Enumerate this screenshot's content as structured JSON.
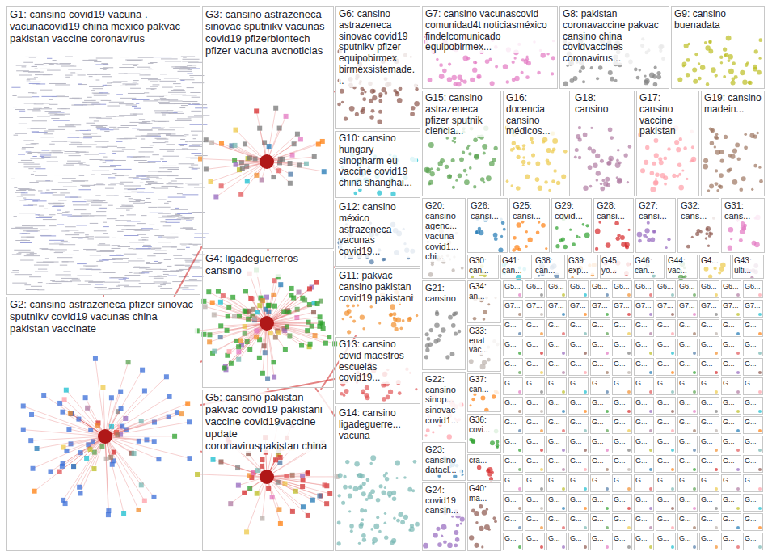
{
  "diagram": {
    "nodes": [
      {
        "text": [
          "G1: cansino covid19 vacuna . vacunacovid19 china mexico pakvac pakistan vaccine coronavirus"
        ]
      },
      {
        "text": [
          "G2: cansino astrazeneca pfizer sinovac sputnikv covid19 vacunas china pakistan vaccinate"
        ]
      },
      {
        "text": [
          "G3: cansino astrazeneca sinovac sputnikv vacunas covid19 pfizerbiontech pfizer vacuna avcnoticias"
        ]
      },
      {
        "text": [
          "G4: ligadeguerreros cansino"
        ]
      },
      {
        "text": [
          "G5: cansino pakistan pakvac covid19 pakistani vaccine covid19vaccine update coronaviruspakistan china"
        ]
      },
      {
        "text": [
          "G6: cansino astrazeneca sinovac covid19 sputnikv pfizer equipobirmex birmexsistemade..."
        ]
      },
      {
        "text": [
          "G7: cansino vacunascovid comunidad4t noticiasméxico findelcomunicado equipobirmex..."
        ]
      },
      {
        "text": [
          "G8: pakistan coronavaccine pakvac cansino china covidvaccines coronavirus..."
        ]
      },
      {
        "text": [
          "G9: cansino buenadata"
        ]
      },
      {
        "text": [
          "G10: cansino hungary sinopharm eu vaccine covid19 china shanghai..."
        ]
      },
      {
        "text": [
          "G12: cansino méxico astrazeneca vacunas covid19..."
        ]
      },
      {
        "text": [
          "G11: pakvac cansino pakistan covid19 pakistani"
        ]
      },
      {
        "text": [
          "G13: cansino covid maestros escuelas covid19..."
        ]
      },
      {
        "text": [
          "G14: cansino ligadeguerre... vacuna"
        ]
      },
      {
        "text": [
          "G15: cansino astrazeneca pfizer sputnik ciencia..."
        ]
      },
      {
        "text": [
          "G16: docencia cansino médicos..."
        ]
      },
      {
        "text": [
          "G18: cansino"
        ]
      },
      {
        "text": [
          "G17: cansino vaccine pakistan"
        ]
      },
      {
        "text": [
          "G19: cansino madein..."
        ]
      },
      {
        "text": [
          "G20: cansino agenc... vacuna covid1... chi..."
        ]
      },
      {
        "text": [
          "G26: cansi..."
        ]
      },
      {
        "text": [
          "G25: cansi..."
        ]
      },
      {
        "text": [
          "G29: covid..."
        ]
      },
      {
        "text": [
          "G28: cansi..."
        ]
      },
      {
        "text": [
          "G27: cansi..."
        ]
      },
      {
        "text": [
          "G32: cans..."
        ]
      },
      {
        "text": [
          "G31: cans..."
        ]
      },
      {
        "text": [
          "G21: cansino"
        ]
      },
      {
        "text": [
          "G30: can..."
        ]
      },
      {
        "text": [
          "G41: can..."
        ]
      },
      {
        "text": [
          "G38: can..."
        ]
      },
      {
        "text": [
          "G39: exp..."
        ]
      },
      {
        "text": [
          "G45: yo..."
        ]
      },
      {
        "text": [
          "G46: can..."
        ]
      },
      {
        "text": [
          "G44: vac..."
        ]
      },
      {
        "text": [
          "G4..."
        ]
      },
      {
        "text": [
          "G43: últi..."
        ]
      },
      {
        "text": [
          "G22: cansino sinop... sinovac covid1..."
        ]
      },
      {
        "text": [
          "G34: an..."
        ]
      },
      {
        "text": [
          "G33: enat vac..."
        ]
      },
      {
        "text": [
          "G23: cansino datacl..."
        ]
      },
      {
        "text": [
          "G37: can..."
        ]
      },
      {
        "text": [
          "G36: covi..."
        ]
      },
      {
        "text": [
          "cra..."
        ]
      },
      {
        "text": [
          "G24: covid19 cansin..."
        ]
      },
      {
        "text": [
          "G40: ma..."
        ]
      },
      {
        "text": [
          "G5..."
        ]
      },
      {
        "text": [
          "G6..."
        ]
      },
      {
        "text": [
          "G6..."
        ]
      },
      {
        "text": [
          "G6..."
        ]
      },
      {
        "text": [
          "G6..."
        ]
      },
      {
        "text": [
          "G6..."
        ]
      },
      {
        "text": [
          "G6..."
        ]
      },
      {
        "text": [
          "G6..."
        ]
      },
      {
        "text": [
          "G6..."
        ]
      },
      {
        "text": [
          "G6..."
        ]
      },
      {
        "text": [
          "G6..."
        ]
      },
      {
        "text": [
          "G6..."
        ]
      },
      {
        "text": [
          "G7..."
        ]
      },
      {
        "text": [
          "G7..."
        ]
      },
      {
        "text": [
          "G7..."
        ]
      },
      {
        "text": [
          "G7..."
        ]
      },
      {
        "text": [
          "G7..."
        ]
      },
      {
        "text": [
          "G7..."
        ]
      },
      {
        "text": [
          "G7..."
        ]
      },
      {
        "text": [
          "G7..."
        ]
      },
      {
        "text": [
          "G7..."
        ]
      },
      {
        "text": [
          "G7..."
        ]
      },
      {
        "text": [
          "G7..."
        ]
      },
      {
        "text": [
          "G7..."
        ]
      },
      {
        "text": [
          "G..."
        ]
      },
      {
        "text": [
          "G..."
        ]
      },
      {
        "text": [
          "G..."
        ]
      },
      {
        "text": [
          "G..."
        ]
      },
      {
        "text": [
          "G..."
        ]
      },
      {
        "text": [
          "G..."
        ]
      },
      {
        "text": [
          "G..."
        ]
      },
      {
        "text": [
          "G..."
        ]
      },
      {
        "text": [
          "G..."
        ]
      },
      {
        "text": [
          "G..."
        ]
      },
      {
        "text": [
          "G..."
        ]
      },
      {
        "text": [
          "G..."
        ]
      },
      {
        "text": [
          "G..."
        ]
      },
      {
        "text": [
          "G..."
        ]
      },
      {
        "text": [
          "G..."
        ]
      },
      {
        "text": [
          "G..."
        ]
      },
      {
        "text": [
          "G..."
        ]
      },
      {
        "text": [
          "G..."
        ]
      },
      {
        "text": [
          "G..."
        ]
      },
      {
        "text": [
          "G..."
        ]
      },
      {
        "text": [
          "G..."
        ]
      },
      {
        "text": [
          "G..."
        ]
      },
      {
        "text": [
          "G..."
        ]
      },
      {
        "text": [
          "G..."
        ]
      },
      {
        "text": [
          "G..."
        ]
      },
      {
        "text": [
          "G..."
        ]
      },
      {
        "text": [
          "G..."
        ]
      },
      {
        "text": [
          "G..."
        ]
      },
      {
        "text": [
          "G..."
        ]
      },
      {
        "text": [
          "G..."
        ]
      },
      {
        "text": [
          "G..."
        ]
      },
      {
        "text": [
          "G..."
        ]
      },
      {
        "text": [
          "G..."
        ]
      },
      {
        "text": [
          "G..."
        ]
      },
      {
        "text": [
          "G..."
        ]
      },
      {
        "text": [
          "G..."
        ]
      },
      {
        "text": [
          "G..."
        ]
      },
      {
        "text": [
          "G..."
        ]
      },
      {
        "text": [
          "G..."
        ]
      },
      {
        "text": [
          "G..."
        ]
      },
      {
        "text": [
          "G..."
        ]
      },
      {
        "text": [
          "G..."
        ]
      },
      {
        "text": [
          "G..."
        ]
      },
      {
        "text": [
          "G..."
        ]
      },
      {
        "text": [
          "G..."
        ]
      },
      {
        "text": [
          "G..."
        ]
      },
      {
        "text": [
          "G..."
        ]
      },
      {
        "text": [
          "G..."
        ]
      },
      {
        "text": [
          "G..."
        ]
      },
      {
        "text": [
          "G..."
        ]
      },
      {
        "text": [
          "G..."
        ]
      },
      {
        "text": [
          "G..."
        ]
      },
      {
        "text": [
          "G..."
        ]
      },
      {
        "text": [
          "G..."
        ]
      },
      {
        "text": [
          "G..."
        ]
      },
      {
        "text": [
          "G..."
        ]
      },
      {
        "text": [
          "G..."
        ]
      },
      {
        "text": [
          "G..."
        ]
      },
      {
        "text": [
          "G..."
        ]
      },
      {
        "text": [
          "G..."
        ]
      },
      {
        "text": [
          "G..."
        ]
      },
      {
        "text": [
          "G..."
        ]
      },
      {
        "text": [
          "G..."
        ]
      },
      {
        "text": [
          "G..."
        ]
      },
      {
        "text": [
          "G..."
        ]
      },
      {
        "text": [
          "G..."
        ]
      },
      {
        "text": [
          "G..."
        ]
      },
      {
        "text": [
          "G..."
        ]
      },
      {
        "text": [
          "G..."
        ]
      },
      {
        "text": [
          "G..."
        ]
      },
      {
        "text": [
          "G..."
        ]
      },
      {
        "text": [
          "G..."
        ]
      },
      {
        "text": [
          "G..."
        ]
      },
      {
        "text": [
          "G..."
        ]
      },
      {
        "text": [
          "G..."
        ]
      },
      {
        "text": [
          "G..."
        ]
      },
      {
        "text": [
          "G..."
        ]
      },
      {
        "text": [
          "G..."
        ]
      },
      {
        "text": [
          "G..."
        ]
      },
      {
        "text": [
          "G..."
        ]
      },
      {
        "text": [
          "G..."
        ]
      },
      {
        "text": [
          "G..."
        ]
      },
      {
        "text": [
          "G..."
        ]
      },
      {
        "text": [
          "G..."
        ]
      },
      {
        "text": [
          "G..."
        ]
      },
      {
        "text": [
          "G..."
        ]
      },
      {
        "text": [
          "G..."
        ]
      },
      {
        "text": [
          "G..."
        ]
      },
      {
        "text": [
          "G..."
        ]
      },
      {
        "text": [
          "G..."
        ]
      },
      {
        "text": [
          "G..."
        ]
      },
      {
        "text": [
          "G..."
        ]
      },
      {
        "text": [
          "G..."
        ]
      },
      {
        "text": [
          "G..."
        ]
      },
      {
        "text": [
          "G..."
        ]
      },
      {
        "text": [
          "G..."
        ]
      },
      {
        "text": [
          "G..."
        ]
      },
      {
        "text": [
          "G..."
        ]
      },
      {
        "text": [
          "G..."
        ]
      },
      {
        "text": [
          "G..."
        ]
      },
      {
        "text": [
          "G..."
        ]
      },
      {
        "text": [
          "G..."
        ]
      },
      {
        "text": [
          "G..."
        ]
      },
      {
        "text": [
          "G..."
        ]
      },
      {
        "text": [
          "G..."
        ]
      },
      {
        "text": [
          "G..."
        ]
      },
      {
        "text": [
          "G..."
        ]
      },
      {
        "text": [
          "G..."
        ]
      },
      {
        "text": [
          "G..."
        ]
      },
      {
        "text": [
          "G..."
        ]
      },
      {
        "text": [
          "G..."
        ]
      },
      {
        "text": [
          "G..."
        ]
      },
      {
        "text": [
          "G..."
        ]
      },
      {
        "text": [
          "G..."
        ]
      },
      {
        "text": [
          "G..."
        ]
      },
      {
        "text": [
          "G..."
        ]
      },
      {
        "text": [
          "G..."
        ]
      },
      {
        "text": [
          "G..."
        ]
      },
      {
        "text": [
          "G..."
        ]
      },
      {
        "text": [
          "G..."
        ]
      },
      {
        "text": [
          "G..."
        ]
      },
      {
        "text": [
          "G..."
        ]
      },
      {
        "text": [
          "G..."
        ]
      },
      {
        "text": [
          "G..."
        ]
      },
      {
        "text": [
          "G..."
        ]
      },
      {
        "text": [
          "G..."
        ]
      },
      {
        "text": [
          "G..."
        ]
      },
      {
        "text": [
          "G..."
        ]
      },
      {
        "text": [
          "G..."
        ]
      },
      {
        "text": [
          "G..."
        ]
      },
      {
        "text": [
          "G..."
        ]
      },
      {
        "text": [
          "G..."
        ]
      },
      {
        "text": [
          "G..."
        ]
      },
      {
        "text": [
          "G..."
        ]
      },
      {
        "text": [
          "G..."
        ]
      },
      {
        "text": [
          "G..."
        ]
      },
      {
        "text": [
          "G..."
        ]
      },
      {
        "text": [
          "G..."
        ]
      },
      {
        "text": [
          "G..."
        ]
      },
      {
        "text": [
          "G..."
        ]
      },
      {
        "text": [
          "G..."
        ]
      },
      {
        "text": [
          "G..."
        ]
      },
      {
        "text": [
          "G..."
        ]
      },
      {
        "text": [
          "G..."
        ]
      }
    ],
    "edges": [
      {
        "from": 1,
        "to": 3,
        "arrow": "none"
      },
      {
        "from": 1,
        "to": 4,
        "arrow": "none"
      },
      {
        "from": 1,
        "to": 2,
        "arrow": "none"
      },
      {
        "from": 1,
        "to": 0,
        "arrow": "none"
      },
      {
        "from": 3,
        "to": 2,
        "arrow": "none"
      },
      {
        "from": 3,
        "to": 4,
        "arrow": "none"
      },
      {
        "from": 3,
        "to": 10,
        "arrow": "none"
      },
      {
        "from": 3,
        "to": 13,
        "arrow": "none"
      },
      {
        "from": 4,
        "to": 11,
        "arrow": "none"
      },
      {
        "from": 1,
        "to": 12,
        "arrow": "none"
      },
      {
        "from": 2,
        "to": 5,
        "arrow": "none"
      }
    ]
  }
}
